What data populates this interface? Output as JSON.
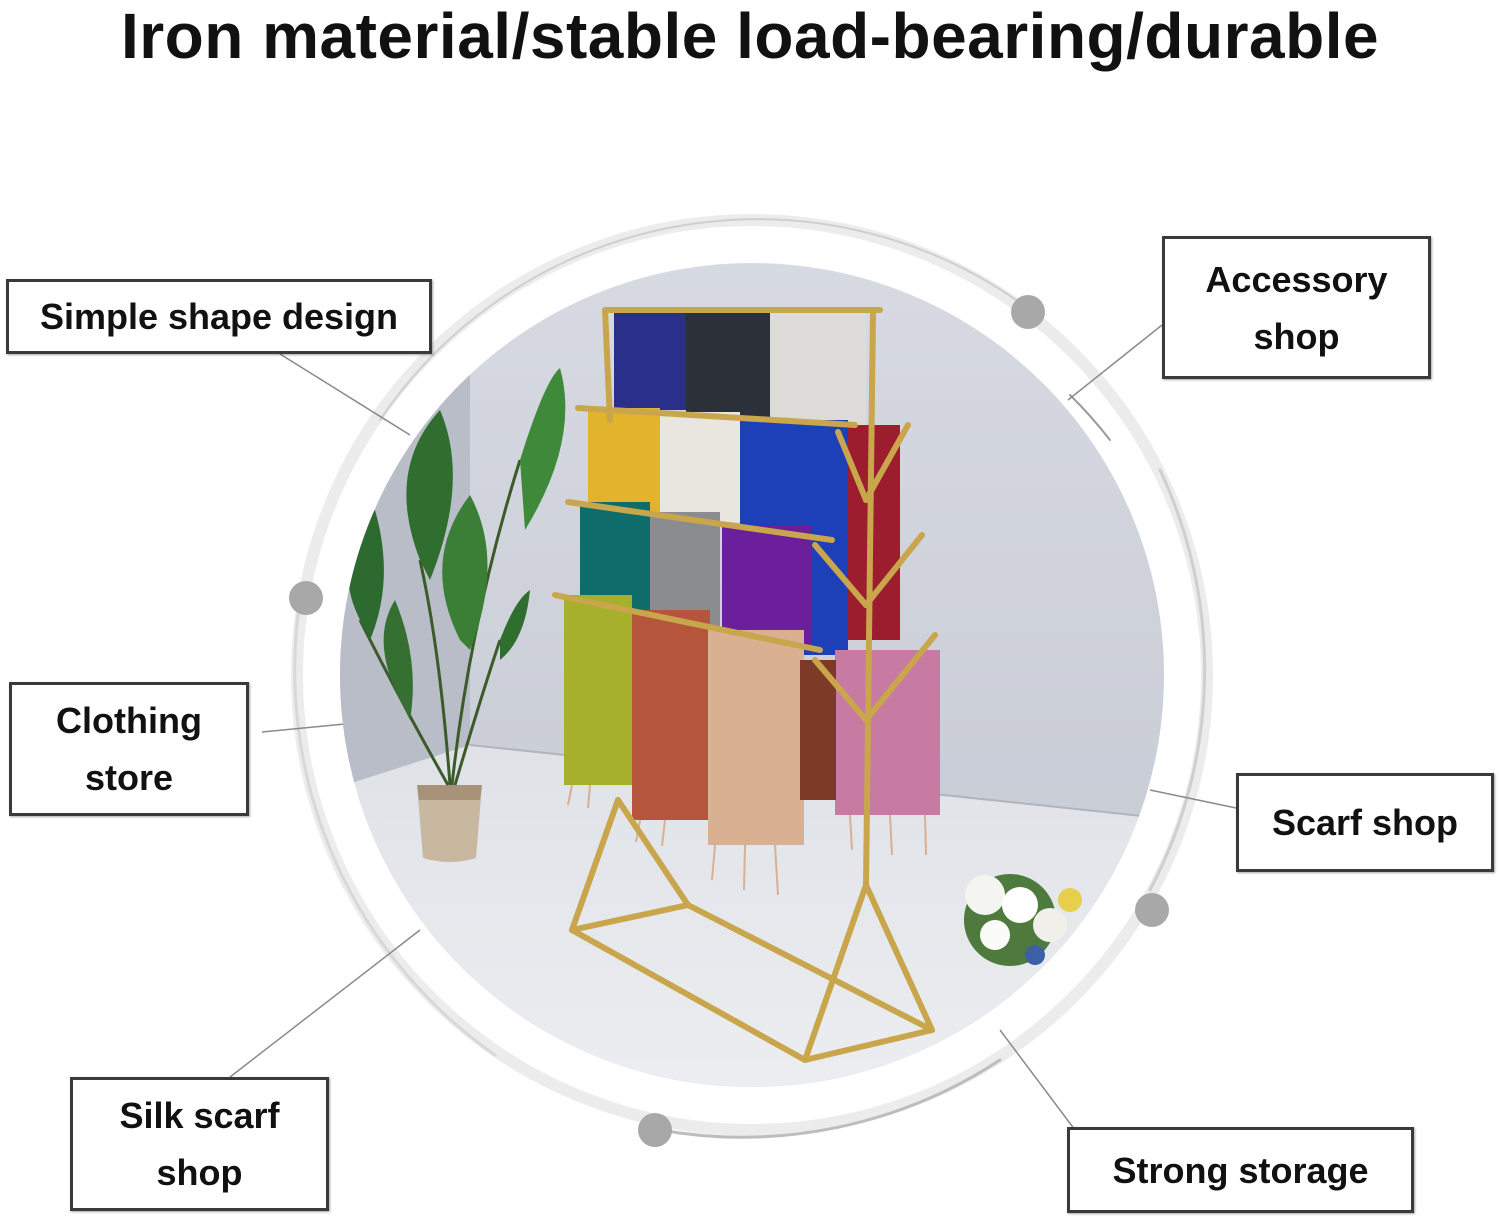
{
  "headline": "Iron material/stable load-bearing/durable",
  "labels": {
    "simple_shape": "Simple shape design",
    "accessory_line1": "Accessory",
    "accessory_line2": "shop",
    "clothing_line1": "Clothing",
    "clothing_line2": "store",
    "scarf_shop": "Scarf shop",
    "silk_line1": "Silk scarf",
    "silk_line2": "shop",
    "strong_storage": "Strong storage"
  },
  "colors": {
    "text": "#111111",
    "label_border": "#3a3a3a",
    "ring": "#e6e6e6",
    "dot": "#a8a8a8",
    "rack_gold": "#c9a54c",
    "wall": "#c9ccd5",
    "floor": "#e4e6ea"
  },
  "scarves": {
    "row1": [
      "#2a2f8a",
      "#2c3038",
      "#dddcd8"
    ],
    "row2": [
      "#e2b32c",
      "#e9e6e0",
      "#1d3fb8"
    ],
    "row3": [
      "#0e6d6b",
      "#8a8c8e",
      "#6b1f9b"
    ],
    "row4": [
      "#a6b02a",
      "#b5553c",
      "#d9b092",
      "#c77aa2"
    ]
  }
}
